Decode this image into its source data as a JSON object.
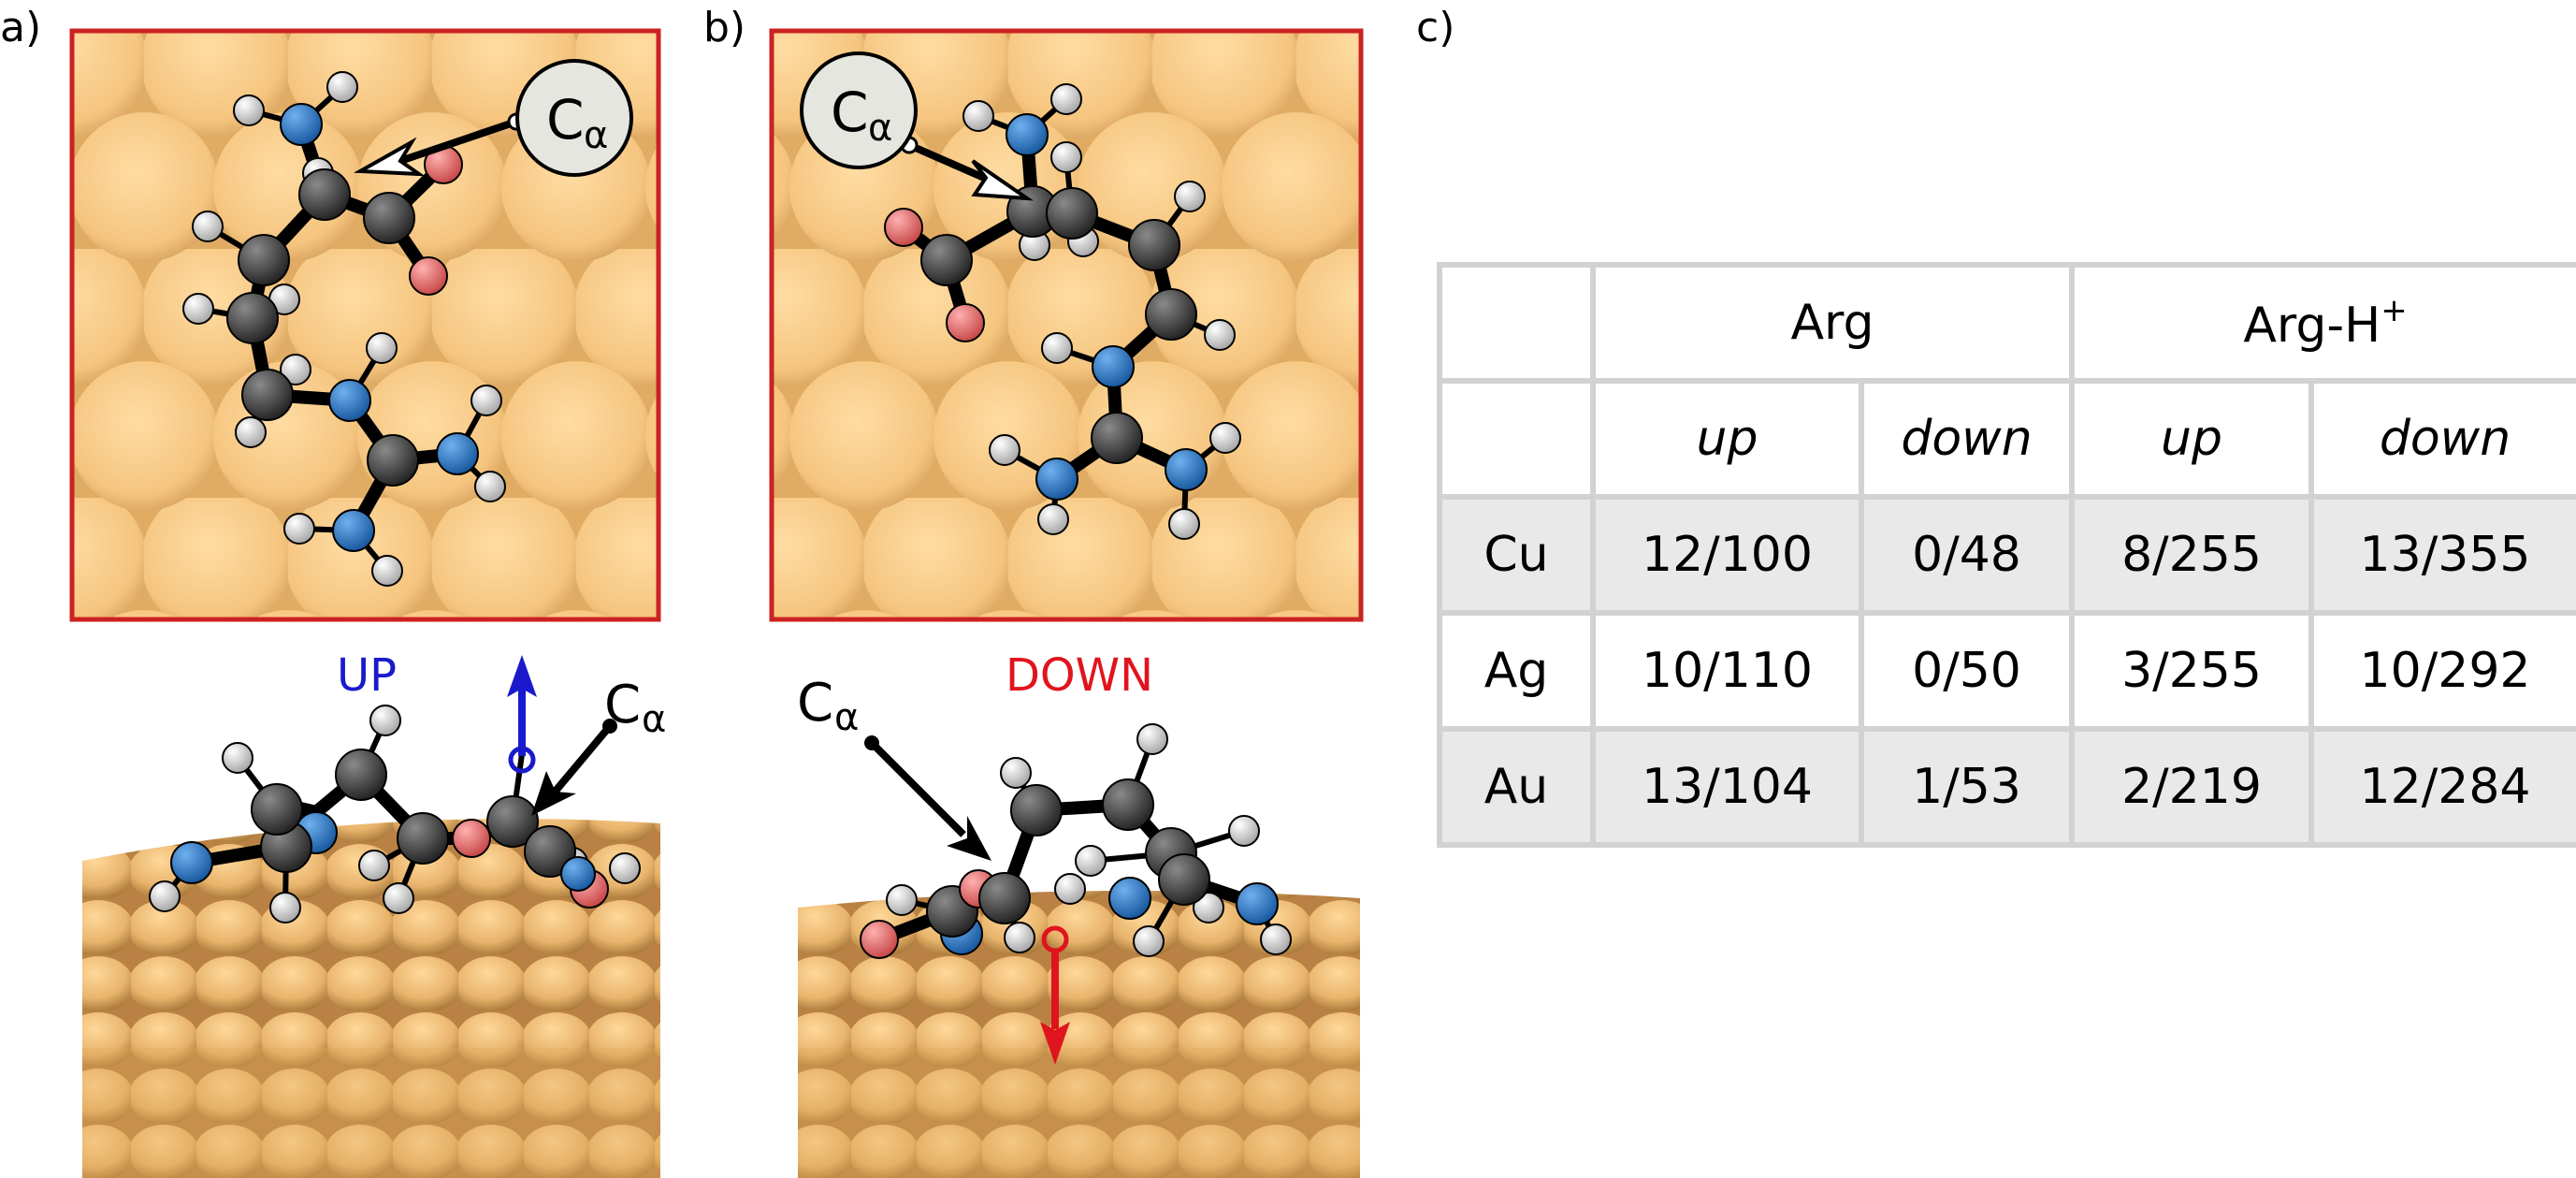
{
  "panels": {
    "a": {
      "label": "a)",
      "side_view_label": "UP",
      "side_view_label_color": "#1a1acc",
      "alpha_carbon_label": "C",
      "alpha_carbon_subscript": "α"
    },
    "b": {
      "label": "b)",
      "side_view_label": "DOWN",
      "side_view_label_color": "#e0141e",
      "alpha_carbon_label": "C",
      "alpha_carbon_subscript": "α"
    },
    "c": {
      "label": "c)"
    }
  },
  "table": {
    "group_headers": [
      {
        "text": "Arg",
        "sup": ""
      },
      {
        "text": "Arg-H",
        "sup": "+"
      }
    ],
    "sub_headers": [
      "up",
      "down",
      "up",
      "down"
    ],
    "rows": [
      {
        "metal": "Cu",
        "values": [
          "12/100",
          "0/48",
          "8/255",
          "13/355"
        ]
      },
      {
        "metal": "Ag",
        "values": [
          "10/110",
          "0/50",
          "3/255",
          "10/292"
        ]
      },
      {
        "metal": "Au",
        "values": [
          "13/104",
          "1/53",
          "2/219",
          "12/284"
        ]
      }
    ]
  },
  "colors": {
    "surface_atom": "#f5c57f",
    "frame_red": "#cc2222",
    "carbon": "#3a3a3a",
    "nitrogen": "#2a73c2",
    "oxygen": "#e07a7a",
    "hydrogen": "#e8e8e8",
    "table_border": "#d2d2d2",
    "table_shade": "#e9e9e9"
  }
}
